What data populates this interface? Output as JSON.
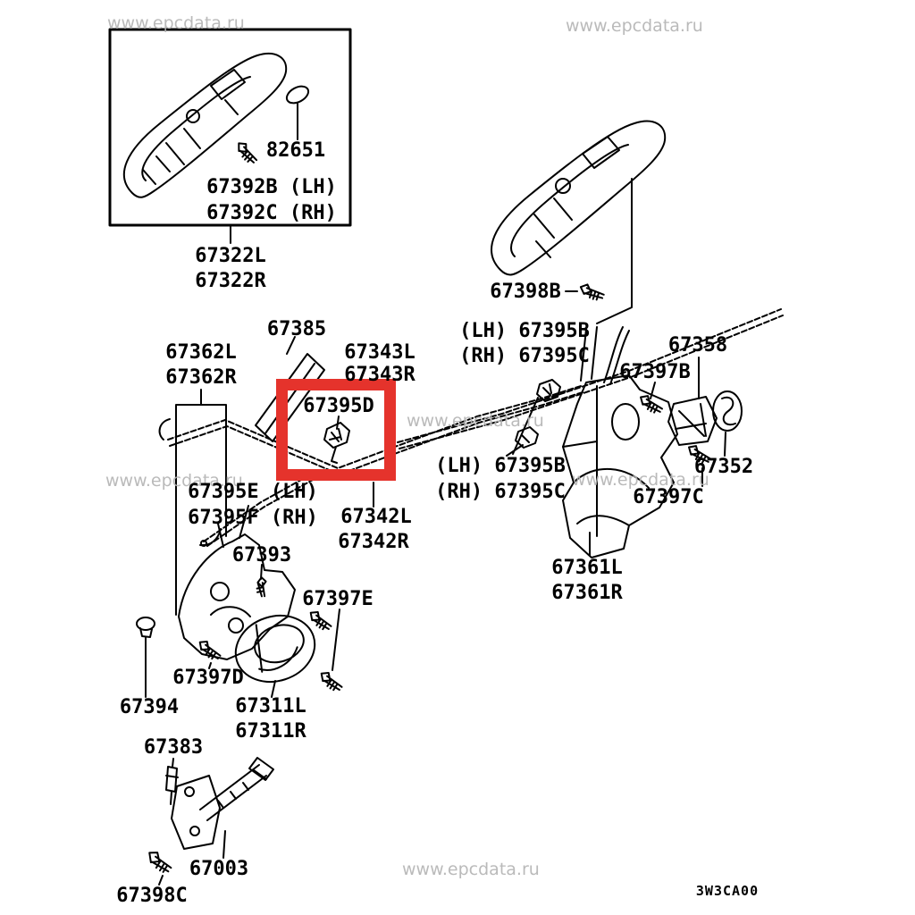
{
  "site": {
    "watermark_text": "www.epcdata.ru"
  },
  "colors": {
    "background": "#ffffff",
    "line_art": "#000000",
    "watermark_gray": "#b3b3b3",
    "highlight_red": "#e5332c"
  },
  "diagram": {
    "code": "3W3CA00",
    "highlight": {
      "part_number": "67395D",
      "color": "#e5332c"
    },
    "labels": [
      {
        "text": "82651"
      },
      {
        "text": "67392B (LH)"
      },
      {
        "text": "67392C (RH)"
      },
      {
        "text": "67322L"
      },
      {
        "text": "67322R"
      },
      {
        "text": "67385"
      },
      {
        "text": "67362L"
      },
      {
        "text": "67362R"
      },
      {
        "text": "67343L"
      },
      {
        "text": "67343R"
      },
      {
        "text": "67395D"
      },
      {
        "text": "(LH) 67395B"
      },
      {
        "text": "(RH) 67395C"
      },
      {
        "text": "67398B"
      },
      {
        "text": "67358"
      },
      {
        "text": "67397B"
      },
      {
        "text": "67352"
      },
      {
        "text": "67397C"
      },
      {
        "text": "(LH) 67395B"
      },
      {
        "text": "(RH) 67395C"
      },
      {
        "text": "67395E (LH)"
      },
      {
        "text": "67395F (RH)"
      },
      {
        "text": "67342L"
      },
      {
        "text": "67342R"
      },
      {
        "text": "67361L"
      },
      {
        "text": "67361R"
      },
      {
        "text": "67393"
      },
      {
        "text": "67397E"
      },
      {
        "text": "67397D"
      },
      {
        "text": "67394"
      },
      {
        "text": "67311L"
      },
      {
        "text": "67311R"
      },
      {
        "text": "67383"
      },
      {
        "text": "67003"
      },
      {
        "text": "67398C"
      }
    ]
  }
}
